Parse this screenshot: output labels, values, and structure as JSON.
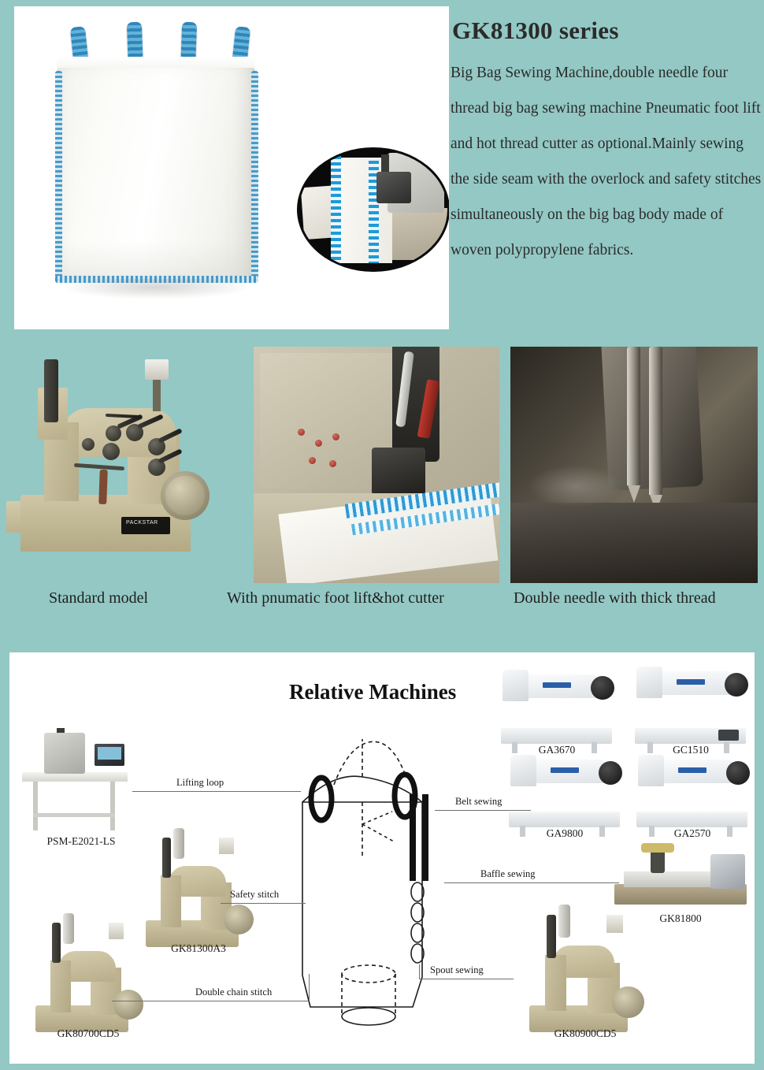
{
  "theme": {
    "background": "#93c8c4",
    "panel": "#ffffff",
    "text": "#2b2b2b",
    "accent_blue": "#2e9ad4",
    "machine_beige": "#cfc6a6"
  },
  "hero": {
    "title": "GK81300 series",
    "description": "Big Bag Sewing Machine,double needle four thread big bag sewing machine Pneumatic foot lift and hot thread cutter as optional.Mainly sewing the side seam with the overlock and safety stitches simultaneously on the big bag body made of woven polypropylene fabrics.",
    "product_image_alt": "big-bag-fibc",
    "detail_inset_alt": "stitch-closeup"
  },
  "variants": {
    "captions": [
      "Standard model",
      "With pnumatic foot lift&hot cutter",
      "Double needle with thick thread"
    ]
  },
  "relative_machines": {
    "title": "Relative Machines",
    "machines": [
      {
        "label": "PSM-E2021-LS"
      },
      {
        "label": "GK81300A3"
      },
      {
        "label": "GK80700CD5"
      },
      {
        "label": "GA3670"
      },
      {
        "label": "GC1510"
      },
      {
        "label": "GA9800"
      },
      {
        "label": "GA2570"
      },
      {
        "label": "GK81800"
      },
      {
        "label": "GK80900CD5"
      }
    ],
    "callouts": [
      "Lifting loop",
      "Safety stitch",
      "Double chain stitch",
      "Belt sewing",
      "Baffle sewing",
      "Spout sewing"
    ]
  }
}
